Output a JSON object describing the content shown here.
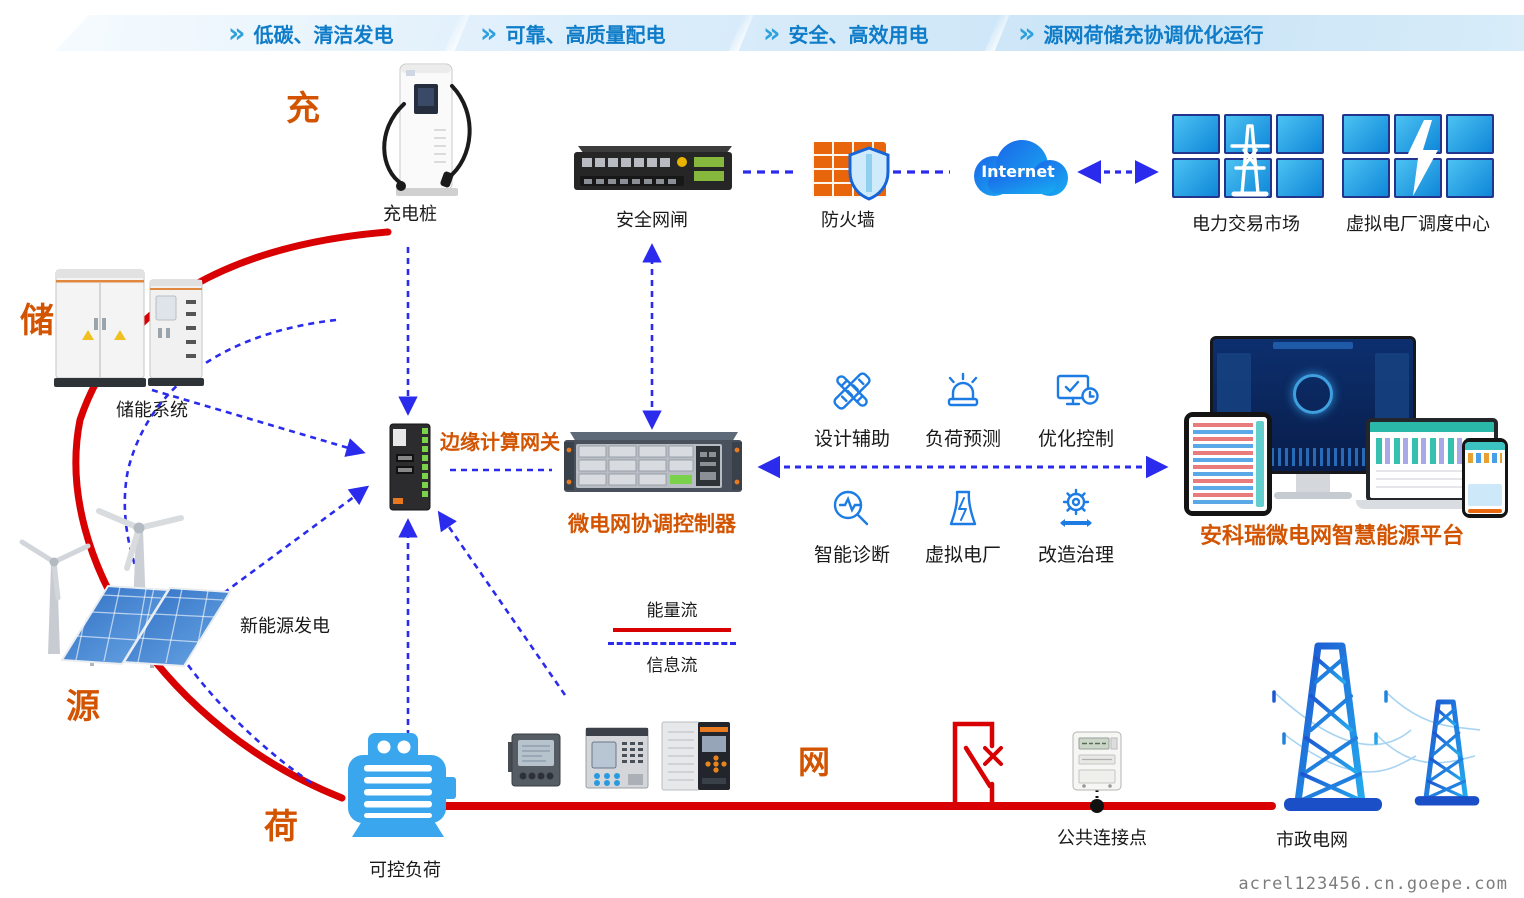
{
  "banner": {
    "chevron": "»",
    "items": [
      {
        "label": "低碳、清洁发电"
      },
      {
        "label": "可靠、高质量配电"
      },
      {
        "label": "安全、高效用电"
      },
      {
        "label": "源网荷储充协调优化运行"
      }
    ]
  },
  "tags": {
    "charge": "充",
    "storage": "储",
    "source": "源",
    "load": "荷",
    "grid": "网"
  },
  "nodes": {
    "charging_pile": {
      "label": "充电桩"
    },
    "storage_system": {
      "label": "储能系统"
    },
    "renewable": {
      "label": "新能源发电"
    },
    "controllable_load": {
      "label": "可控负荷"
    },
    "edge_gateway": {
      "label": "边缘计算网关"
    },
    "controller": {
      "label": "微电网协调控制器"
    },
    "security_gateway": {
      "label": "安全网闸"
    },
    "firewall": {
      "label": "防火墙"
    },
    "internet": {
      "label": "Internet"
    },
    "trading_market": {
      "label": "电力交易市场"
    },
    "vpp_center": {
      "label": "虚拟电厂调度中心"
    },
    "platform": {
      "label": "安科瑞微电网智慧能源平台"
    },
    "pcc": {
      "label": "公共连接点"
    },
    "municipal_grid": {
      "label": "市政电网"
    }
  },
  "features": [
    {
      "label": "设计辅助",
      "icon": "design-assist-icon"
    },
    {
      "label": "负荷预测",
      "icon": "load-forecast-icon"
    },
    {
      "label": "优化控制",
      "icon": "optimize-control-icon"
    },
    {
      "label": "智能诊断",
      "icon": "smart-diagnosis-icon"
    },
    {
      "label": "虚拟电厂",
      "icon": "virtual-plant-icon"
    },
    {
      "label": "改造治理",
      "icon": "retrofit-icon"
    }
  ],
  "legend": {
    "energy": "能量流",
    "info": "信息流"
  },
  "watermark": "acrel123456.cn.goepe.com",
  "colors": {
    "accent_orange": "#d35400",
    "energy_red": "#d80000",
    "info_blue": "#2b2bee",
    "banner_blue": "#0e7cc8",
    "icon_blue": "#1c7ce4",
    "tile_blue": "#189be6",
    "tile_border": "#22348c"
  }
}
